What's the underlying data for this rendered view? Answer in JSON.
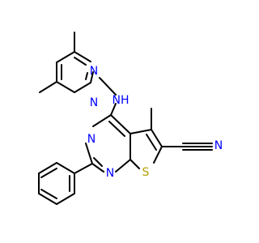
{
  "molecule": {
    "colors": {
      "bond": "#000000",
      "N": "#0000ff",
      "S": "#b8a000",
      "background": "#ffffff"
    },
    "atoms": {
      "n_pm1": "N",
      "n_pm2": "N",
      "n_h": "NH",
      "n_r1": "N",
      "n_r2": "N",
      "s1": "S",
      "n_cn": "N"
    }
  }
}
